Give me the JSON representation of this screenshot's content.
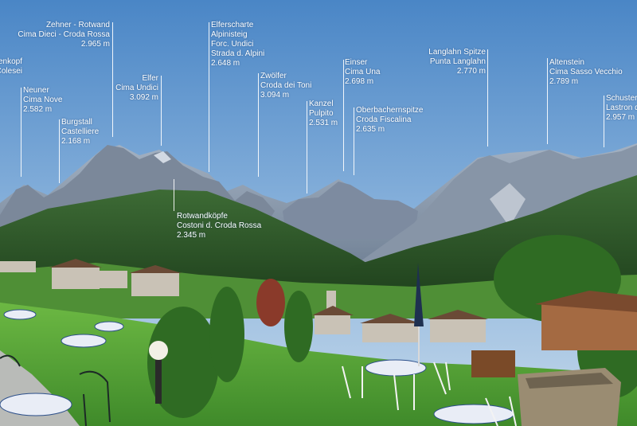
{
  "peaks": [
    {
      "name_de": "…enkopf",
      "name_it": "Colesei",
      "altitude": ""
    },
    {
      "name_de": "Neuner",
      "name_it": "Cima Nove",
      "altitude": "2.582 m"
    },
    {
      "name_de": "Burgstall",
      "name_it": "Castelliere",
      "altitude": "2.168 m"
    },
    {
      "name_de": "Zehner - Rotwand",
      "name_it": "Cima Dieci - Croda Rossa",
      "altitude": "2.965 m"
    },
    {
      "name_de": "Elfer",
      "name_it": "Cima Undici",
      "altitude": "3.092 m"
    },
    {
      "name_de": "Elferscharte",
      "name_de2": "Alpinisteig",
      "name_it": "Forc. Undici",
      "name_it2": "Strada d. Alpini",
      "altitude": "2.648 m"
    },
    {
      "name_de": "Rotwandköpfe",
      "name_it": "Costoni d. Croda Rossa",
      "altitude": "2.345 m"
    },
    {
      "name_de": "Zwölfer",
      "name_it": "Croda dei Toni",
      "altitude": "3.094 m"
    },
    {
      "name_de": "Kanzel",
      "name_it": "Pulpito",
      "altitude": "2.531 m"
    },
    {
      "name_de": "Einser",
      "name_it": "Cima Una",
      "altitude": "2.698 m"
    },
    {
      "name_de": "Oberbachernspitze",
      "name_it": "Croda Fiscalina",
      "altitude": "2.635 m"
    },
    {
      "name_de": "Langlahn Spitze",
      "name_it": "Punta Langlahn",
      "altitude": "2.770 m"
    },
    {
      "name_de": "Altenstein",
      "name_it": "Cima Sasso Vecchio",
      "altitude": "2.789 m"
    },
    {
      "name_de": "Schuster…",
      "name_it": "Lastron d…",
      "altitude": "2.957 m"
    }
  ],
  "colors": {
    "sky_top": "#4a86c6",
    "sky_bottom": "#bcd3e8",
    "rock": "#8a97a8",
    "forest": "#2f5a2a",
    "lawn": "#5ea83a",
    "label": "#ffffff"
  }
}
